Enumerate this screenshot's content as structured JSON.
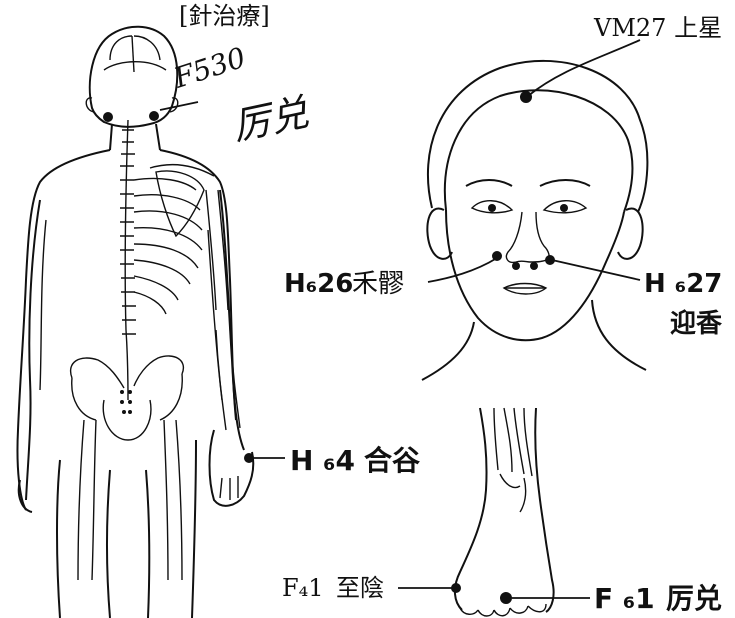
{
  "header": {
    "title": "[針治療]"
  },
  "handwriting": {
    "line1": "F530",
    "line2": "厉兑"
  },
  "labels": {
    "vm27": "VM27 上星",
    "h26_code": "H₆26",
    "h26_name": "禾髎",
    "h27_code": "H ₆27",
    "h27_name": "迎香",
    "h4_code": "H ₆4",
    "h4_name": "合谷",
    "f41_code": "F₄1",
    "f41_name": "至陰",
    "f61_code": "F ₆1",
    "f61_name": "厉兑"
  },
  "colors": {
    "ink": "#111111",
    "paper": "#ffffff"
  }
}
